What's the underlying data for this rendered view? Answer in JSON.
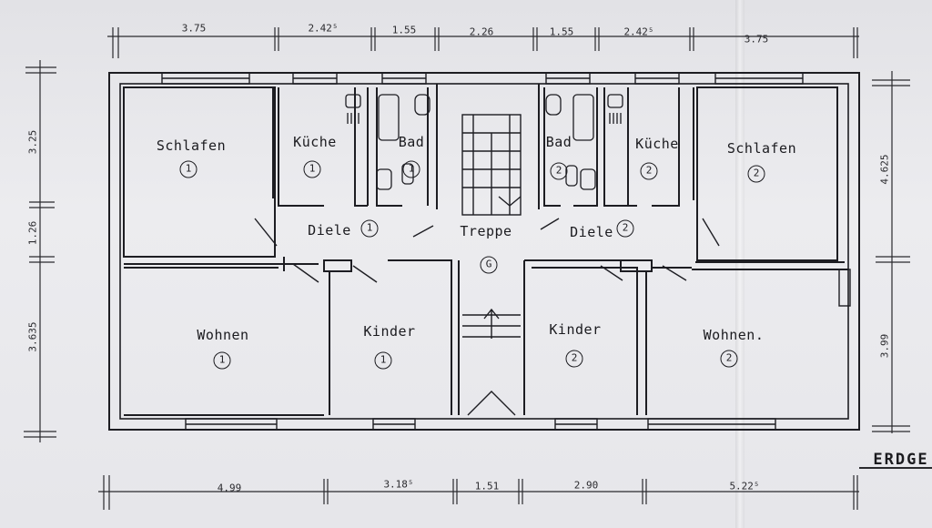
{
  "rooms": {
    "schlafen1": "Schlafen",
    "schlafen1_num": "1",
    "kueche1": "Küche",
    "kueche1_num": "1",
    "bad1": "Bad",
    "bad1_num": "1",
    "diele1": "Diele",
    "diele1_num": "1",
    "treppe": "Treppe",
    "treppe_num": "G",
    "bad2": "Bad",
    "bad2_num": "2",
    "kueche2": "Küche",
    "kueche2_num": "2",
    "schlafen2": "Schlafen",
    "schlafen2_num": "2",
    "diele2": "Diele",
    "diele2_num": "2",
    "wohnen1": "Wohnen",
    "wohnen1_num": "1",
    "kinder1": "Kinder",
    "kinder1_num": "1",
    "kinder2": "Kinder",
    "kinder2_num": "2",
    "wohnen2": "Wohnen.",
    "wohnen2_num": "2"
  },
  "dims_top": [
    "3.75",
    "2.42⁵",
    "1.55",
    "2.26",
    "1.55",
    "2.42⁵",
    "3.75"
  ],
  "dims_bottom": [
    "4.99",
    "3.18⁵",
    "1.51",
    "2.90",
    "5.22⁵"
  ],
  "dims_left": [
    "3.25",
    "1.26",
    "3.635"
  ],
  "dims_right": [
    "4.625",
    "3.99"
  ],
  "title": "ERDGE"
}
